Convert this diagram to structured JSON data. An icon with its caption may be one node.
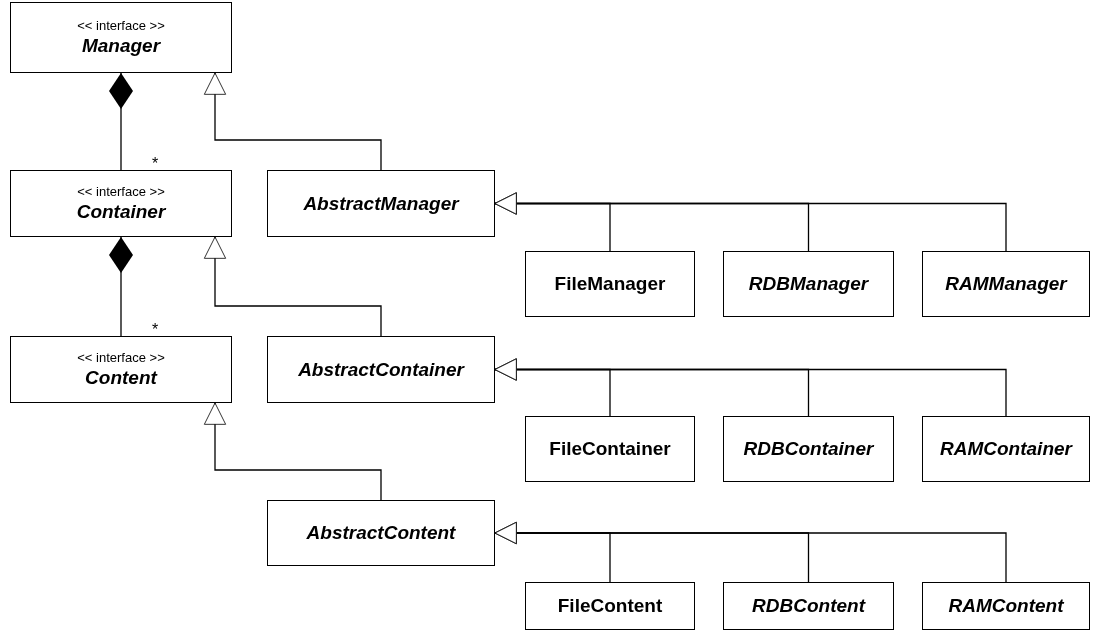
{
  "diagram": {
    "nodes": [
      {
        "text": [
          "<< interface >>",
          "Manager"
        ]
      },
      {
        "text": [
          "<< interface >>",
          "Container"
        ]
      },
      {
        "text": [
          "<< interface >>",
          "Content"
        ]
      },
      {
        "text": [
          "AbstractManager"
        ]
      },
      {
        "text": [
          "FileManager"
        ]
      },
      {
        "text": [
          "RDBManager"
        ]
      },
      {
        "text": [
          "RAMManager"
        ]
      },
      {
        "text": [
          "AbstractContainer"
        ]
      },
      {
        "text": [
          "FileContainer"
        ]
      },
      {
        "text": [
          "RDBContainer"
        ]
      },
      {
        "text": [
          "RAMContainer"
        ]
      },
      {
        "text": [
          "AbstractContent"
        ]
      },
      {
        "text": [
          "FileContent"
        ]
      },
      {
        "text": [
          "RDBContent"
        ]
      },
      {
        "text": [
          "RAMContent"
        ]
      }
    ],
    "edges": [
      {
        "from": 0,
        "to": 1,
        "arrow": "other",
        "label": "*"
      },
      {
        "from": 1,
        "to": 2,
        "arrow": "other",
        "label": "*"
      },
      {
        "from": 3,
        "to": 0,
        "arrow": "to"
      },
      {
        "from": 4,
        "to": 3,
        "arrow": "to"
      },
      {
        "from": 5,
        "to": 3,
        "arrow": "to"
      },
      {
        "from": 6,
        "to": 3,
        "arrow": "to"
      },
      {
        "from": 7,
        "to": 1,
        "arrow": "to"
      },
      {
        "from": 8,
        "to": 7,
        "arrow": "to"
      },
      {
        "from": 9,
        "to": 7,
        "arrow": "to"
      },
      {
        "from": 10,
        "to": 7,
        "arrow": "to"
      },
      {
        "from": 11,
        "to": 2,
        "arrow": "to"
      },
      {
        "from": 12,
        "to": 11,
        "arrow": "to"
      },
      {
        "from": 13,
        "to": 11,
        "arrow": "to"
      },
      {
        "from": 14,
        "to": 11,
        "arrow": "to"
      }
    ]
  }
}
